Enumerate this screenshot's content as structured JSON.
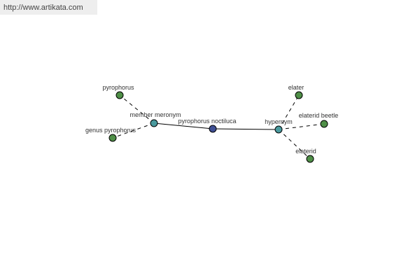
{
  "header": {
    "url": "http://www.artikata.com"
  },
  "graph": {
    "center": {
      "label": "pyrophorus noctiluca",
      "color": "#3f4f94"
    },
    "relations": [
      {
        "label": "member meronym",
        "color": "#4a9a9e",
        "targets": [
          {
            "label": "pyrophorus",
            "color": "#4f8f47"
          },
          {
            "label": "genus pyrophorus",
            "color": "#4f8f47"
          }
        ]
      },
      {
        "label": "hypernym",
        "color": "#4a9a9e",
        "targets": [
          {
            "label": "elater",
            "color": "#4f8f47"
          },
          {
            "label": "elaterid beetle",
            "color": "#4f8f47"
          },
          {
            "label": "elaterid",
            "color": "#4f8f47"
          }
        ]
      }
    ]
  }
}
